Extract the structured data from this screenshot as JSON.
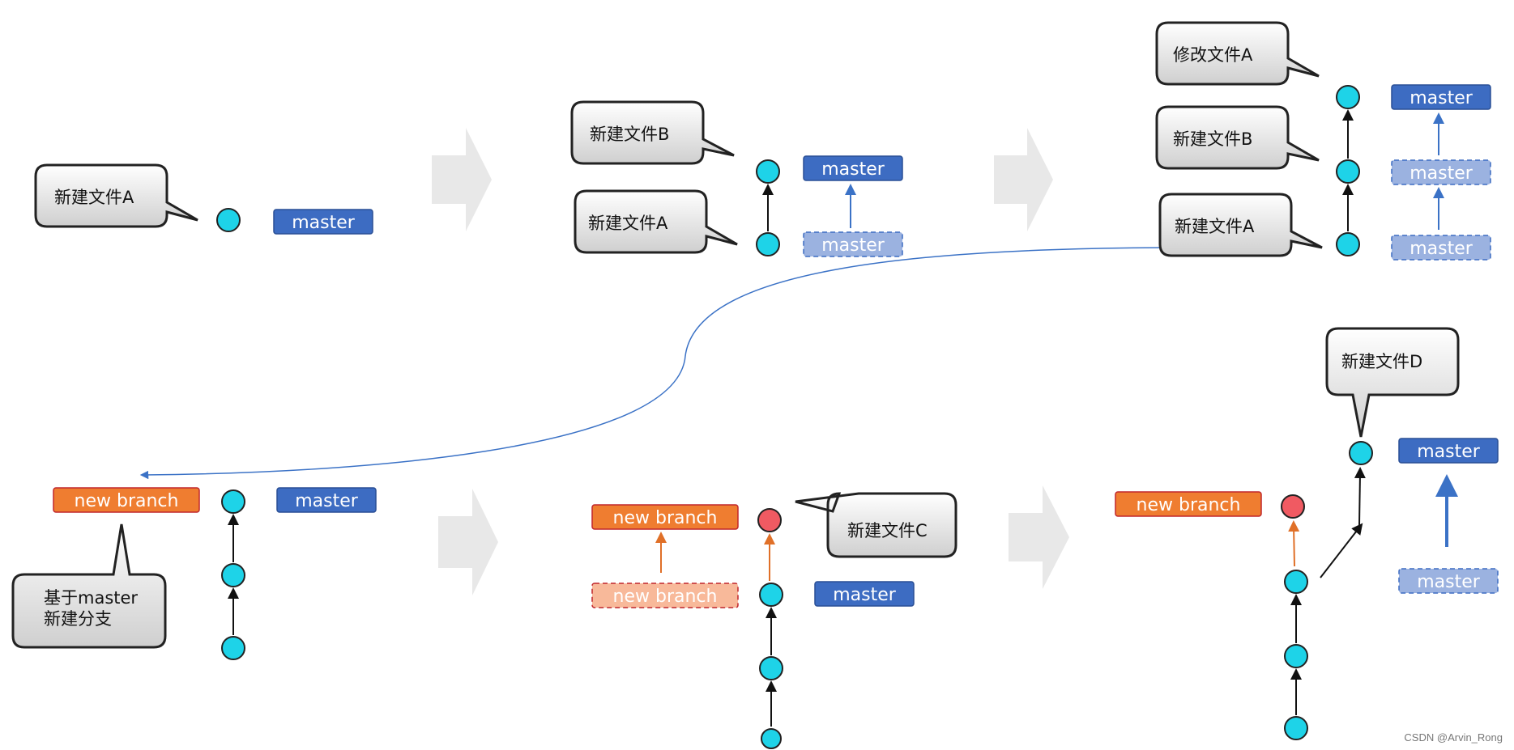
{
  "labels": {
    "master": "master",
    "new_branch": "new branch"
  },
  "callouts": {
    "new_file_a": "新建文件A",
    "new_file_b": "新建文件B",
    "modify_file_a": "修改文件A",
    "new_file_c": "新建文件C",
    "new_file_d": "新建文件D",
    "branch_from_master_line1": "基于master",
    "branch_from_master_line2": "新建分支"
  },
  "colors": {
    "commit": "#1ed3e8",
    "new_commit": "#f05a62",
    "master": "#3d6cc2",
    "master_ghost": "#9bb2e0",
    "new_branch": "#ef7d30",
    "new_branch_ghost": "#f8b99a",
    "arrow_blue": "#3b72c6",
    "arrow_orange": "#e07028",
    "step_arrow": "#e8e8e8"
  },
  "watermark": "CSDN @Arvin_Rong"
}
